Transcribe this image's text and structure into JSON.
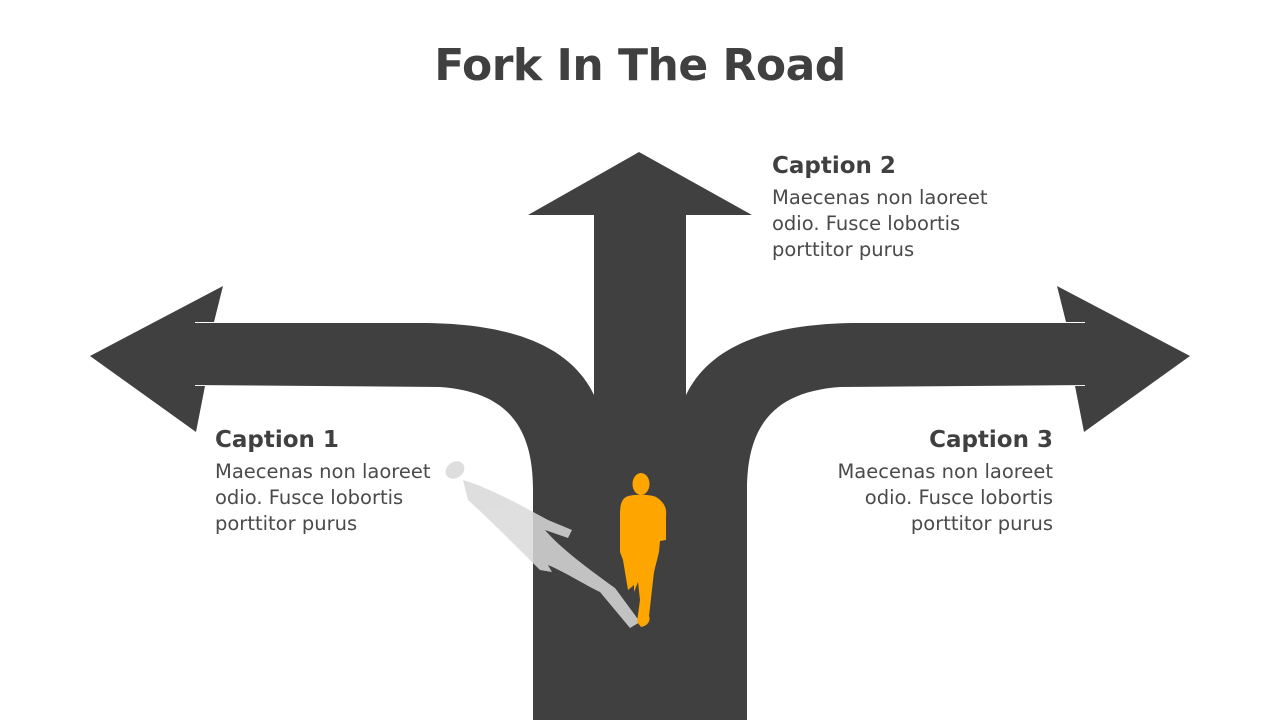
{
  "title": "Fork In The Road",
  "colors": {
    "road": "#404040",
    "walker": "#FFA500",
    "shadow": "#d0d0d0",
    "text": "#404040"
  },
  "captions": [
    {
      "heading": "Caption 1",
      "lines": [
        "Maecenas non laoreet",
        "odio. Fusce lobortis",
        "porttitor purus"
      ]
    },
    {
      "heading": "Caption 2",
      "lines": [
        "Maecenas non laoreet",
        "odio. Fusce lobortis",
        "porttitor purus"
      ]
    },
    {
      "heading": "Caption 3",
      "lines": [
        "Maecenas non laoreet",
        "odio. Fusce lobortis",
        "porttitor purus"
      ]
    }
  ],
  "icons": {
    "walker": "person-walking-icon",
    "left_arrow": "arrow-left-icon",
    "up_arrow": "arrow-up-icon",
    "right_arrow": "arrow-right-icon"
  }
}
